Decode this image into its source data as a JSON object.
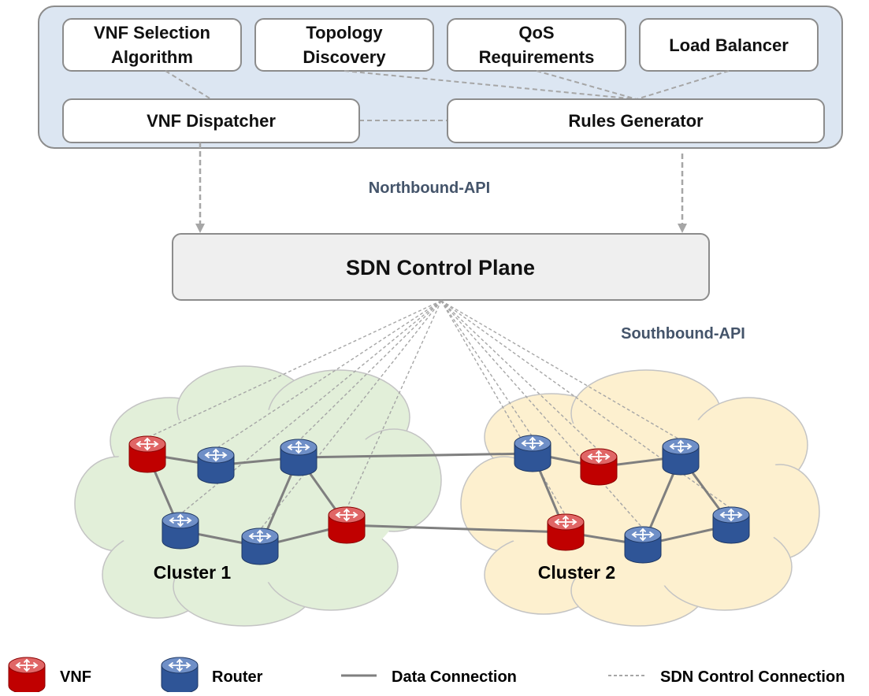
{
  "app_panel": {
    "modules": [
      {
        "lines": [
          "VNF Selection",
          "Algorithm"
        ]
      },
      {
        "lines": [
          "Topology",
          "Discovery"
        ]
      },
      {
        "lines": [
          "QoS",
          "Requirements"
        ]
      },
      {
        "lines": [
          "Load Balancer"
        ]
      }
    ],
    "dispatcher_label": "VNF Dispatcher",
    "rules_label": "Rules Generator"
  },
  "northbound_label": "Northbound-API",
  "control_plane_label": "SDN Control Plane",
  "southbound_label": "Southbound-API",
  "clusters": [
    {
      "label": "Cluster 1",
      "color": "#e2efd9"
    },
    {
      "label": "Cluster 2",
      "color": "#fdf0cf"
    }
  ],
  "legend": {
    "vnf_label": "VNF",
    "router_label": "Router",
    "data_label": "Data Connection",
    "control_label": "SDN Control Connection"
  },
  "colors": {
    "panel_fill": "#dce6f2",
    "vnf": "#c00000",
    "router": "#2f5597",
    "data_link": "#7f7f7f",
    "control_link": "#a6a6a6"
  }
}
